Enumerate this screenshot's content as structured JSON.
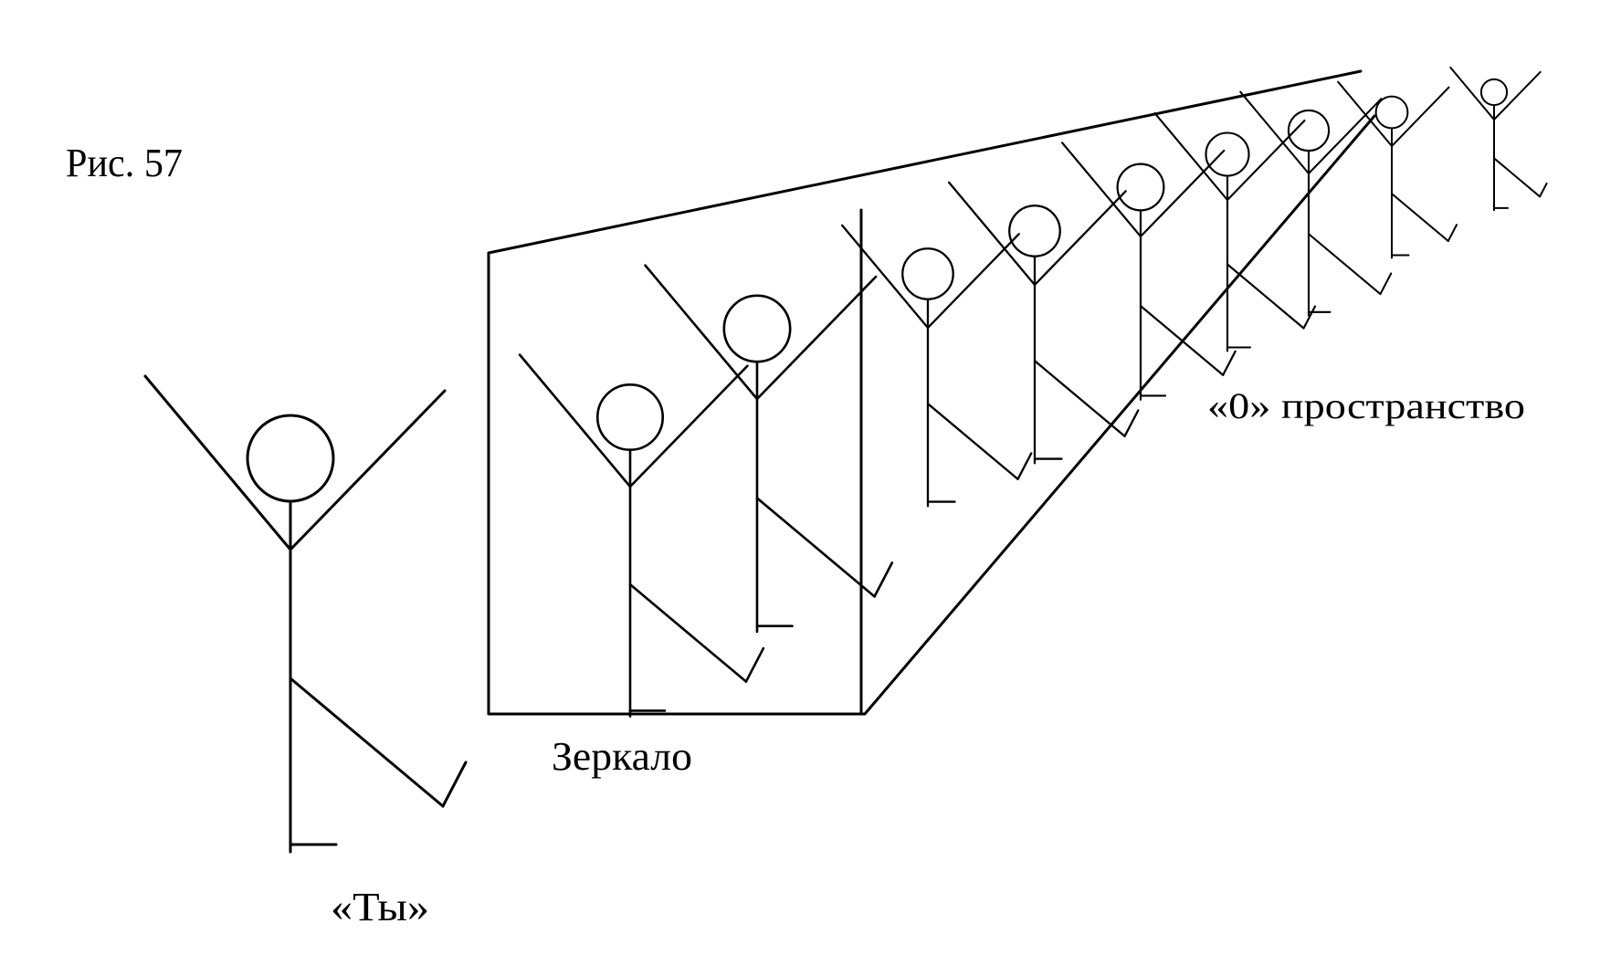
{
  "figure": {
    "caption": "Рис. 57",
    "labels": {
      "you": "«Ты»",
      "mirror": "Зеркало",
      "zero_space": "«0» пространство"
    },
    "reflection_count": 9
  }
}
